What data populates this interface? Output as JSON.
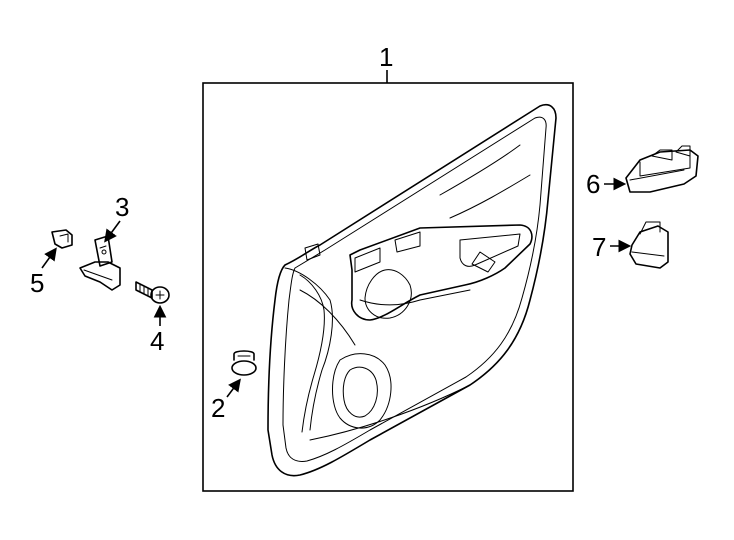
{
  "callouts": [
    {
      "id": "1",
      "label": "1"
    },
    {
      "id": "2",
      "label": "2"
    },
    {
      "id": "3",
      "label": "3"
    },
    {
      "id": "4",
      "label": "4"
    },
    {
      "id": "5",
      "label": "5"
    },
    {
      "id": "6",
      "label": "6"
    },
    {
      "id": "7",
      "label": "7"
    }
  ],
  "colors": {
    "line": "#000000",
    "background": "#ffffff"
  },
  "parts": [
    {
      "callout": "1",
      "icon": "door-trim-panel-icon"
    },
    {
      "callout": "2",
      "icon": "clip-icon"
    },
    {
      "callout": "3",
      "icon": "bracket-icon"
    },
    {
      "callout": "4",
      "icon": "screw-icon"
    },
    {
      "callout": "5",
      "icon": "retainer-icon"
    },
    {
      "callout": "6",
      "icon": "window-switch-master-icon"
    },
    {
      "callout": "7",
      "icon": "window-switch-icon"
    }
  ]
}
